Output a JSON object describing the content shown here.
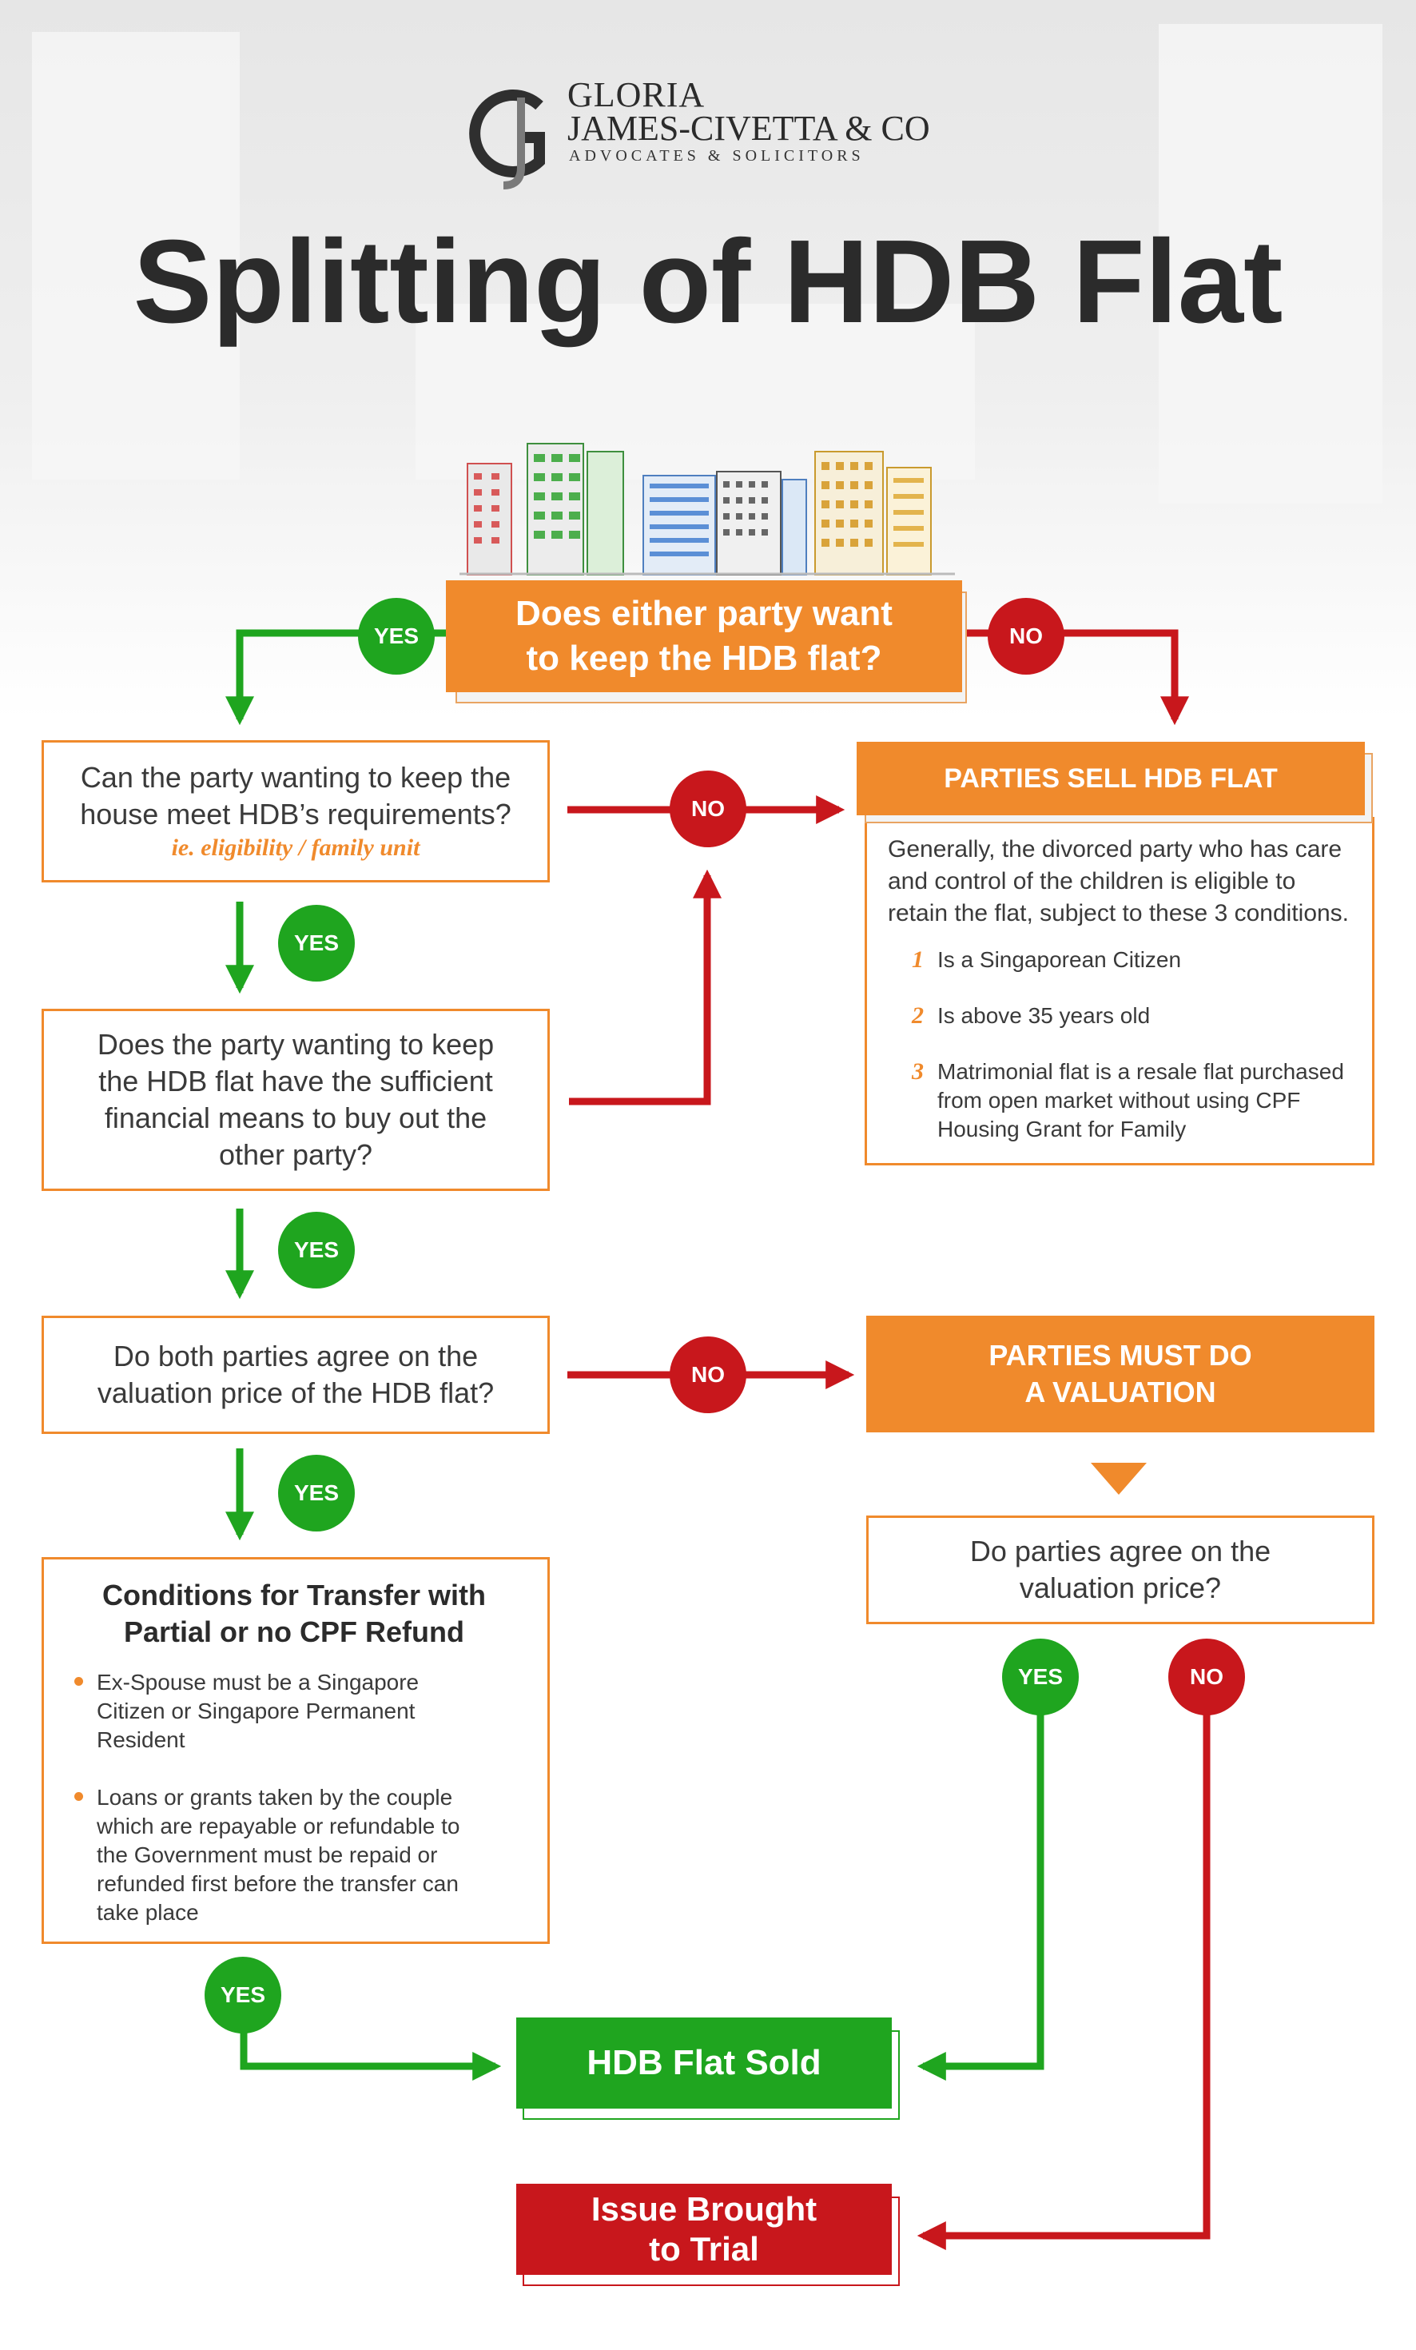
{
  "logo": {
    "line1": "GLORIA",
    "line2": "JAMES-CIVETTA & CO",
    "line3": "ADVOCATES & SOLICITORS"
  },
  "title": "Splitting of HDB Flat",
  "question_main": {
    "line1": "Does either party want",
    "line2": "to keep the HDB flat?"
  },
  "labels": {
    "yes": "YES",
    "no": "NO"
  },
  "q_requirements": {
    "line1": "Can the party wanting to keep the",
    "line2": "house meet HDB’s requirements?",
    "note": "ie. eligibility / family unit"
  },
  "q_financial": {
    "line1": "Does the party wanting to keep",
    "line2": "the HDB flat have the sufficient",
    "line3": "financial means to buy out the",
    "line4": "other party?"
  },
  "q_valuation": {
    "line1": "Do both parties agree on the",
    "line2": "valuation price of the HDB flat?"
  },
  "sell_box": {
    "header": "PARTIES SELL HDB FLAT",
    "intro_line1": "Generally, the divorced party who has care",
    "intro_line2": "and control of the children is eligible to",
    "intro_line3": "retain the flat, subject to these 3 conditions.",
    "conditions": [
      {
        "num": "1",
        "lines": [
          "Is a Singaporean Citizen"
        ]
      },
      {
        "num": "2",
        "lines": [
          "Is above 35 years old"
        ]
      },
      {
        "num": "3",
        "lines": [
          "Matrimonial flat is a resale flat purchased",
          "from open market without using CPF",
          "Housing Grant for Family"
        ]
      }
    ]
  },
  "valuation_box": {
    "header_line1": "PARTIES MUST DO",
    "header_line2": "A VALUATION",
    "question_line1": "Do parties agree on the",
    "question_line2": "valuation price?"
  },
  "transfer_box": {
    "title_line1": "Conditions for Transfer with",
    "title_line2": "Partial or no CPF Refund",
    "items": [
      {
        "lines": [
          "Ex-Spouse must be a Singapore",
          "Citizen or Singapore Permanent",
          "Resident"
        ]
      },
      {
        "lines": [
          "Loans or grants taken by the couple",
          "which are repayable or refundable to",
          "the Government must be repaid or",
          "refunded first before the transfer can",
          "take place"
        ]
      }
    ]
  },
  "outcome_sold": "HDB Flat Sold",
  "outcome_trial": {
    "line1": "Issue Brought",
    "line2": "to Trial"
  },
  "colors": {
    "orange": "#f08a2c",
    "green": "#1fa51f",
    "red": "#c8171c",
    "title": "#2b2b2b"
  },
  "icons": [
    "hdb-buildings-icon",
    "gj-monogram-icon"
  ]
}
